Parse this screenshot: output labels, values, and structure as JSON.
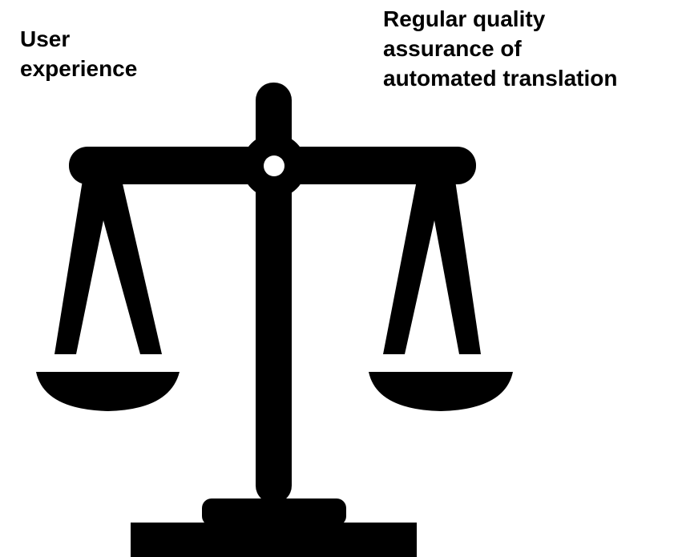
{
  "labels": {
    "left": [
      "User",
      "experience"
    ],
    "right": [
      "Regular quality",
      "assurance of",
      "automated translation"
    ]
  },
  "icon": {
    "name": "balance-scale-icon",
    "color": "#000000",
    "background": "#ffffff"
  }
}
